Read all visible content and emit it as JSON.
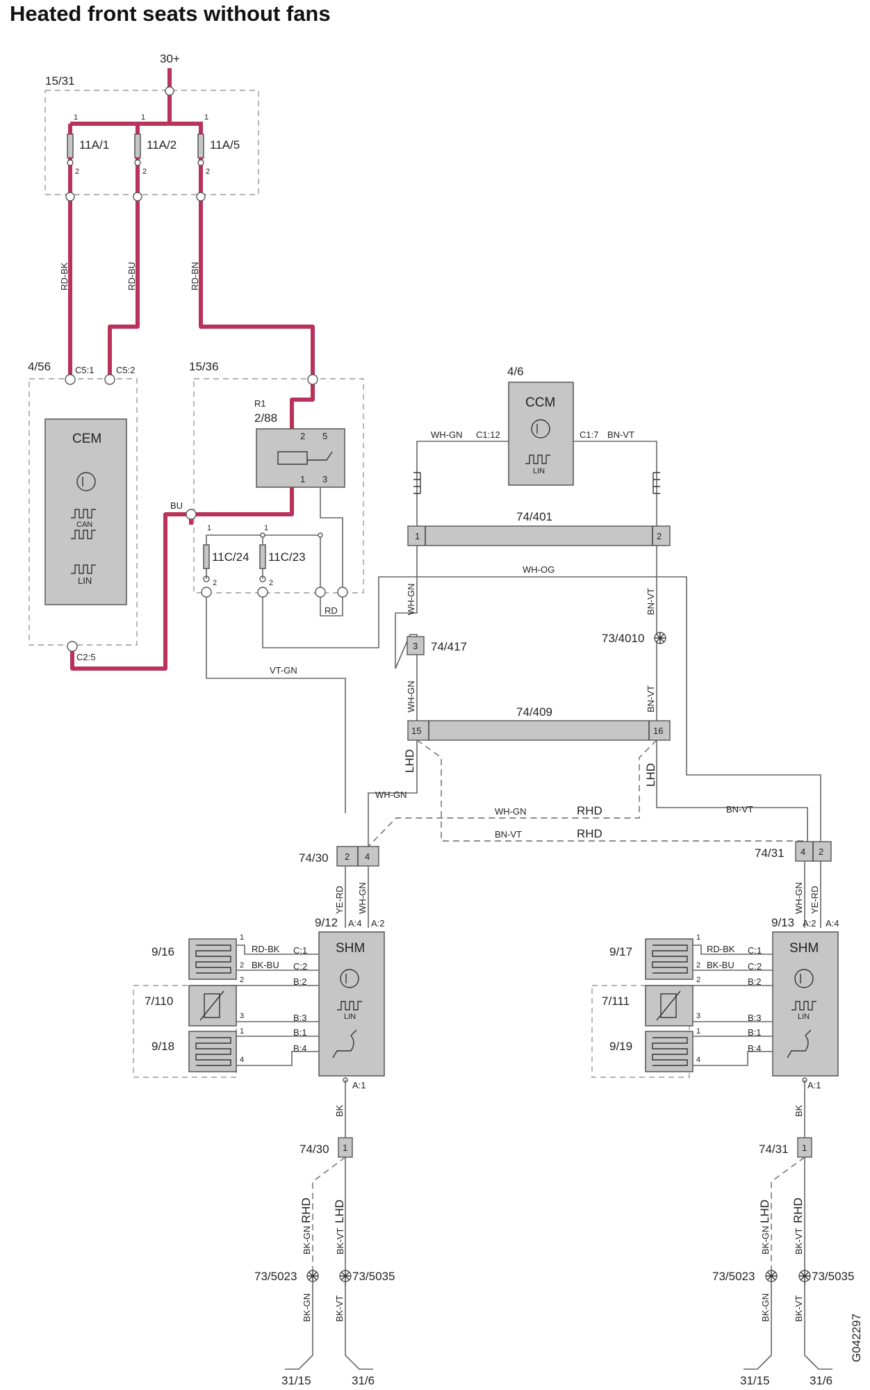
{
  "title": "Heated front seats without fans",
  "ref_code": "G042297",
  "power": "30+",
  "fuse_box_a": "15/31",
  "fuses_a": [
    "11A/1",
    "11A/2",
    "11A/5"
  ],
  "wires": {
    "rd_bk": "RD-BK",
    "rd_bu": "RD-BU",
    "rd_bn": "RD-BN",
    "bu": "BU",
    "wh_gn": "WH-GN",
    "bn_vt": "BN-VT",
    "wh_og": "WH-OG",
    "vt_gn": "VT-GN",
    "ye_rd": "YE-RD",
    "bk": "BK",
    "bk_gn": "BK-GN",
    "bk_vt": "BK-VT",
    "rd": "RD",
    "bk_bu": "BK-BU"
  },
  "cem": {
    "ref": "4/56",
    "name": "CEM",
    "can": "CAN",
    "lin": "LIN",
    "pins": [
      "C5:1",
      "C5:2",
      "C2:5"
    ]
  },
  "relay_box": {
    "ref": "15/36",
    "relay_ref": "R1",
    "relay_id": "2/88",
    "relay_pins": [
      "2",
      "5",
      "1",
      "3"
    ],
    "fuses": [
      "11C/24",
      "11C/23"
    ]
  },
  "ccm": {
    "ref": "4/6",
    "name": "CCM",
    "lin": "LIN",
    "pins": [
      "C1:12",
      "C1:7"
    ]
  },
  "connectors": {
    "c74_401": "74/401",
    "c74_409": "74/409",
    "c74_417": "74/417",
    "c73_4010": "73/4010",
    "c74_30": "74/30",
    "c74_31": "74/31"
  },
  "drive_side": {
    "lhd": "LHD",
    "rhd": "RHD"
  },
  "shm_left": {
    "ref": "9/12",
    "name": "SHM",
    "lin": "LIN",
    "pins": [
      "A:4",
      "A:2",
      "C:1",
      "C:2",
      "B:2",
      "B:3",
      "B:1",
      "B:4",
      "A:1"
    ],
    "elements": [
      "9/16",
      "7/110",
      "9/18"
    ]
  },
  "shm_right": {
    "ref": "9/13",
    "name": "SHM",
    "lin": "LIN",
    "pins": [
      "A:2",
      "A:4",
      "C:1",
      "C:2",
      "B:2",
      "B:3",
      "B:1",
      "B:4",
      "A:1"
    ],
    "elements": [
      "9/17",
      "7/111",
      "9/19"
    ]
  },
  "grounds": {
    "splice_a": "73/5023",
    "splice_b": "73/5035",
    "ground_a": "31/15",
    "ground_b": "31/6"
  },
  "colors": {
    "power_wire": "#b8325a",
    "signal_wire": "#666666",
    "component": "#c6c6c6"
  }
}
